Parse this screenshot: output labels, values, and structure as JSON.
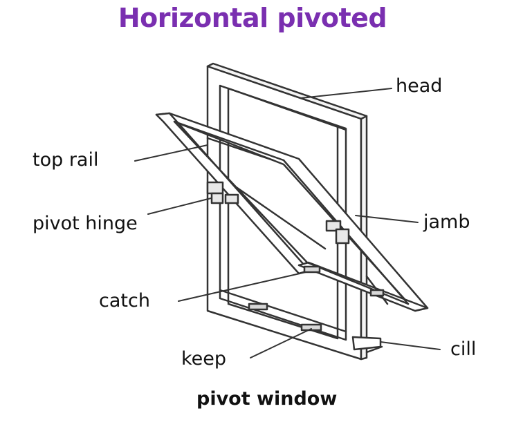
{
  "title": "Horizontal pivoted",
  "caption": "pivot window",
  "labels": {
    "head": "head",
    "top_rail": "top rail",
    "pivot_hinge": "pivot hinge",
    "jamb": "jamb",
    "catch": "catch",
    "keep": "keep",
    "cill": "cill"
  },
  "colors": {
    "title": "#7a2fb0",
    "line": "#333333"
  }
}
